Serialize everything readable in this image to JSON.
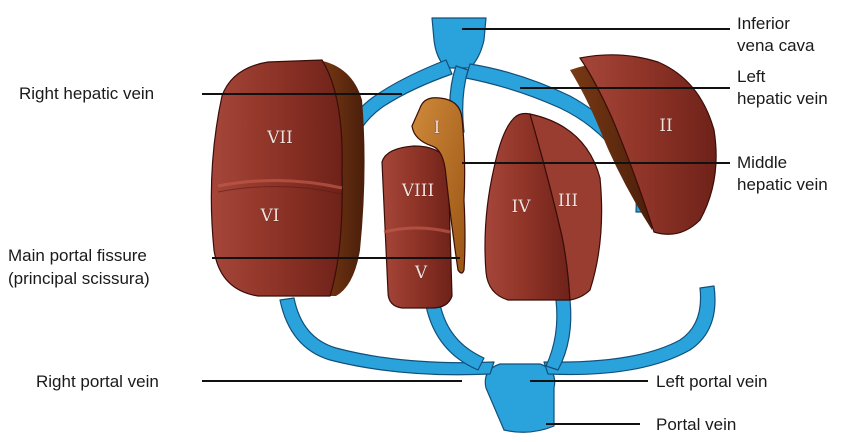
{
  "labels": {
    "ivc_line1": "Inferior",
    "ivc_line2": "vena cava",
    "left_hepatic_line1": "Left",
    "left_hepatic_line2": "hepatic vein",
    "middle_hepatic_line1": "Middle",
    "middle_hepatic_line2": "hepatic vein",
    "right_hepatic": "Right hepatic vein",
    "main_portal_fissure_line1": "Main portal fissure",
    "main_portal_fissure_line2": "(principal scissura)",
    "right_portal": "Right portal vein",
    "left_portal": "Left portal vein",
    "portal_vein": "Portal vein"
  },
  "segments": {
    "I": "I",
    "II": "II",
    "III": "III",
    "IV": "IV",
    "V": "V",
    "VI": "VI",
    "VII": "VII",
    "VIII": "VIII"
  },
  "colors": {
    "vessel": "#2aa3dd",
    "liver_segment": "#8e3327",
    "caudate_lobe": "#b56a1f",
    "text": "#1a1a1a"
  }
}
